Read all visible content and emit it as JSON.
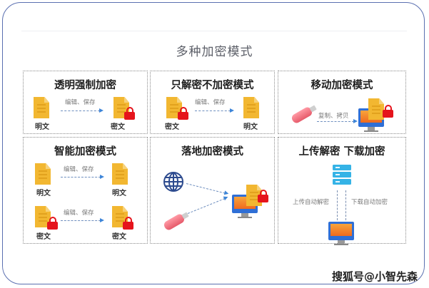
{
  "title": "多种加密模式",
  "panels": [
    {
      "title": "透明强制加密",
      "left_label": "明文",
      "right_label": "密文",
      "action": "编辑、保存",
      "right_locked": true
    },
    {
      "title": "只解密不加密模式",
      "left_label": "密文",
      "right_label": "明文",
      "action": "编辑、保存",
      "left_locked": true
    },
    {
      "title": "移动加密模式",
      "action": "复制、拷贝",
      "source": "usb-drive",
      "target": "computer-with-encrypted-file"
    },
    {
      "title": "智能加密模式",
      "rows": [
        {
          "left_label": "明文",
          "right_label": "明文",
          "action": "编辑、保存",
          "locked": false
        },
        {
          "left_label": "密文",
          "right_label": "密文",
          "action": "编辑、保存",
          "locked": true
        }
      ]
    },
    {
      "title": "落地加密模式",
      "sources": [
        "internet-globe",
        "usb-drive"
      ],
      "target": "computer-with-encrypted-file"
    },
    {
      "title": "上传解密 下载加密",
      "upload_label": "上传自动解密",
      "download_label": "下载自动加密"
    }
  ],
  "watermark": "搜狐号@小智先森",
  "colors": {
    "frame_border": "#5a6fb0",
    "document": "#f2b731",
    "lock": "#e5141c",
    "arrow": "#3d85d8",
    "monitor": "#2f6fd6",
    "server": "#35b3e6"
  }
}
